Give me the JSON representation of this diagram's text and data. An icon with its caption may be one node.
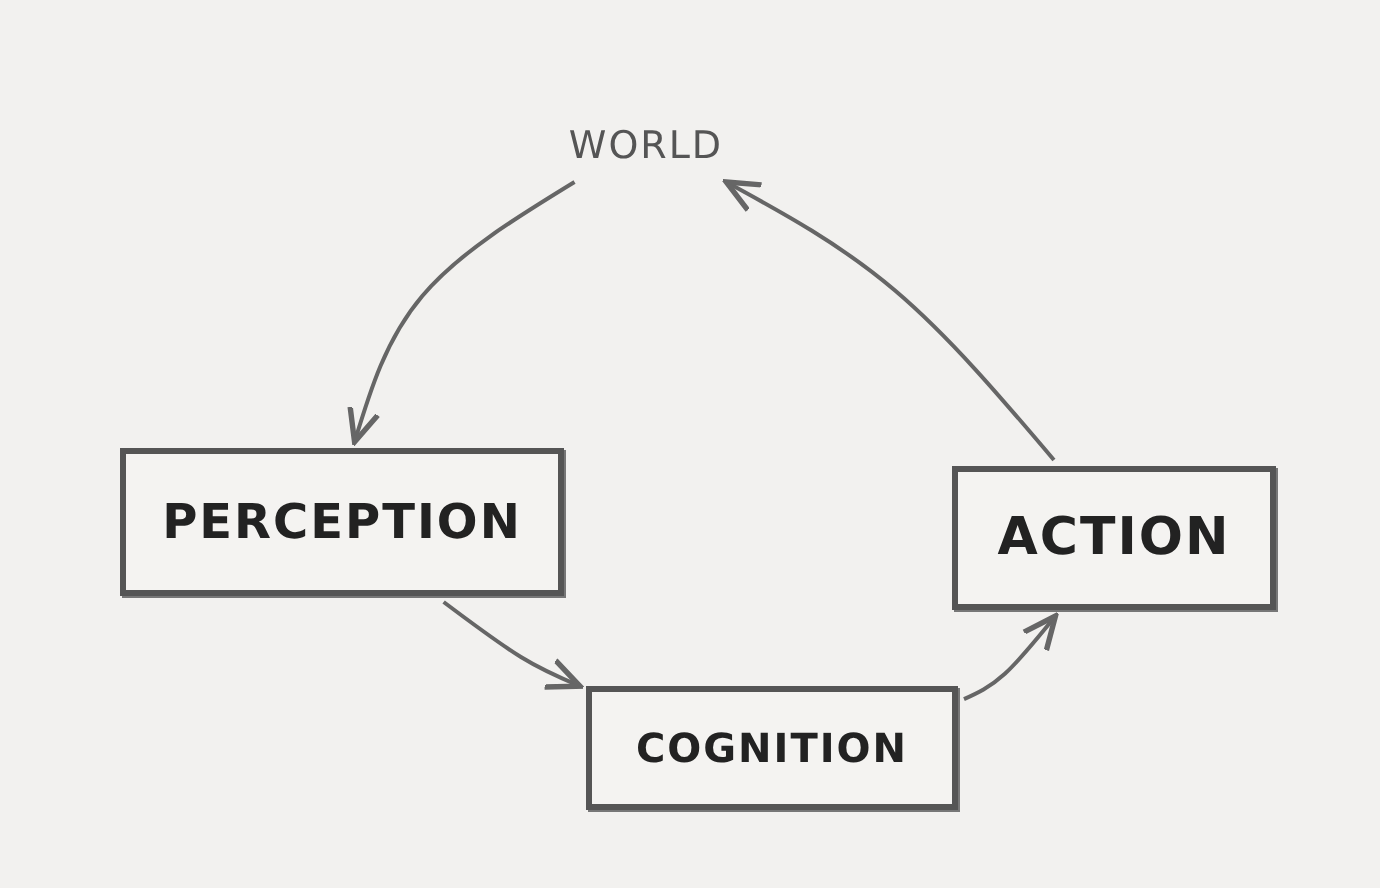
{
  "diagram": {
    "nodes": [
      {
        "text": [
          "WORLD"
        ]
      },
      {
        "text": [
          "PERCEPTION"
        ]
      },
      {
        "text": [
          "COGNITION"
        ]
      },
      {
        "text": [
          "ACTION"
        ]
      }
    ],
    "edges": [
      {
        "from": 0,
        "to": 1,
        "arrow": "to"
      },
      {
        "from": 1,
        "to": 2,
        "arrow": "to"
      },
      {
        "from": 2,
        "to": 3,
        "arrow": "to"
      },
      {
        "from": 3,
        "to": 0,
        "arrow": "to"
      }
    ]
  }
}
